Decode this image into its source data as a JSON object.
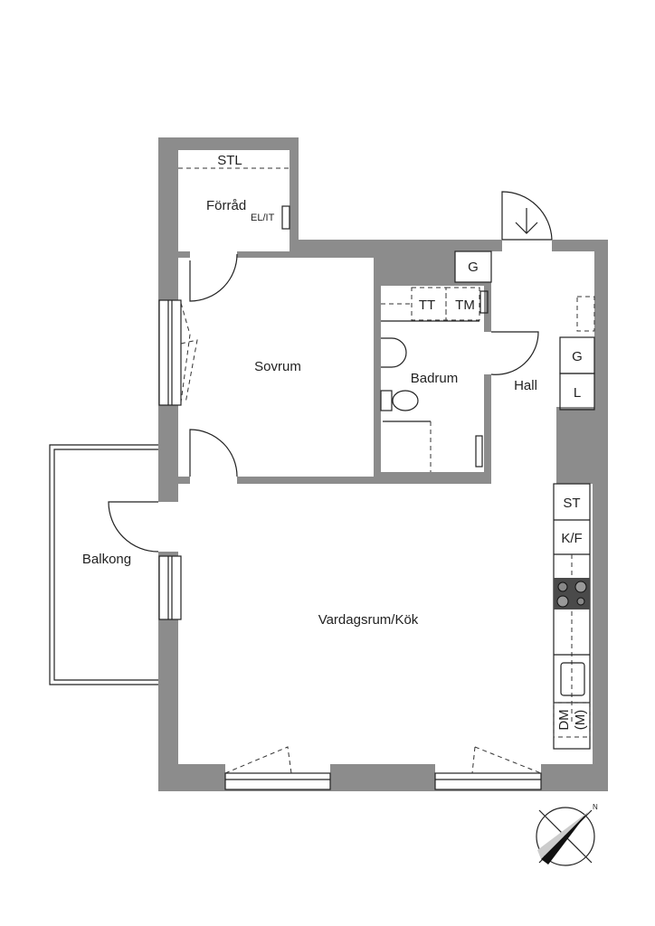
{
  "rooms": {
    "storage": "Förråd",
    "storage_shelf": "STL",
    "storage_panel": "EL/IT",
    "bedroom": "Sovrum",
    "bathroom": "Badrum",
    "bath_wardrobe": "G",
    "bath_dryer": "TT",
    "bath_washer": "TM",
    "hall": "Hall",
    "hall_wardrobe": "G",
    "hall_linen": "L",
    "balcony": "Balkong",
    "living_kitchen": "Vardagsrum/Kök",
    "kitchen_tall": "ST",
    "kitchen_fridge": "K/F",
    "kitchen_dishwasher": "DM",
    "kitchen_microwave": "(M)"
  },
  "compass": {
    "north_label": "N"
  },
  "colors": {
    "wall": "#8c8c8c",
    "line": "#222222",
    "stove": "#4a4a4a"
  }
}
